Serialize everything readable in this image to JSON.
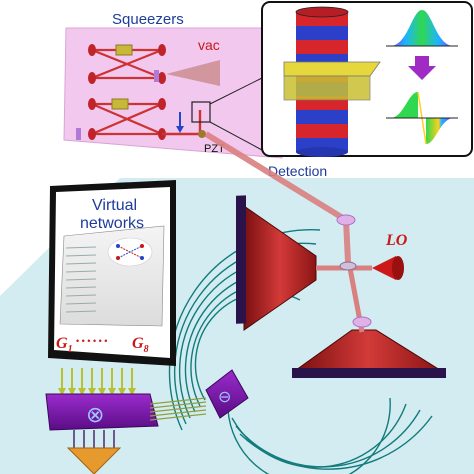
{
  "labels": {
    "squeezers": "Squeezers",
    "vac": "vac",
    "pzt": "PZT",
    "detection": "Detection",
    "virtual": "Virtual",
    "networks": "networks",
    "lo": "LO",
    "g1_letter": "G",
    "g1_sub": "1",
    "dots": "• • • • • •",
    "g8_letter": "G",
    "g8_sub": "8",
    "mult_symbol": "⊗",
    "minus_symbol": "⊖"
  },
  "colors": {
    "squeezer_panel": "#f2c8ee",
    "table": "#d3ecf2",
    "beam": "#d98080",
    "optic_red": "#c0242a",
    "crystal": "#c9b73a",
    "purple_box": "#7a14a8",
    "arrow_yellow": "#c8d23c",
    "lo_red": "#cc1818",
    "label_blue": "#1f3c9a",
    "label_red": "#c81818",
    "fiber_teal": "#127b7b",
    "output_orange": "#e69a2e",
    "cylinder_red": "#d6262c",
    "cylinder_blue": "#2c3fc9"
  },
  "icons": {
    "inset": "homodyne-detector-inset",
    "gaussian": "gaussian-wavepacket-icon",
    "arrow": "purple-down-arrow-icon",
    "derivative": "derivative-wavepacket-icon",
    "screen": "virtual-network-screen",
    "detectors": "horn-detector-array"
  }
}
